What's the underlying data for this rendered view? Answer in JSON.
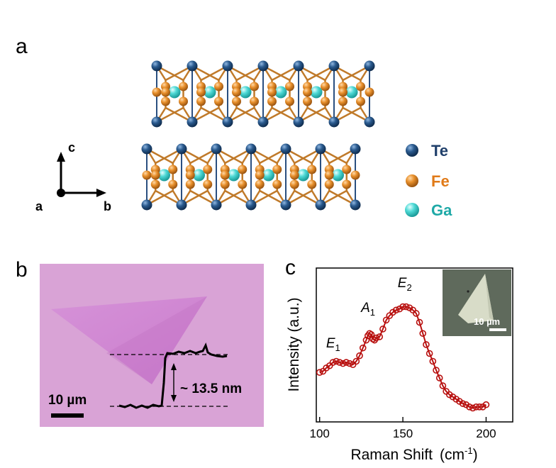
{
  "panels": {
    "a": {
      "label": "a",
      "axes": {
        "c": "c",
        "a": "a",
        "b": "b"
      },
      "legend": [
        {
          "symbol": "Te",
          "color": "#1f4b7a"
        },
        {
          "symbol": "Fe",
          "color": "#e08422"
        },
        {
          "symbol": "Ga",
          "color": "#3fd0cc"
        }
      ]
    },
    "b": {
      "label": "b",
      "scalebar": "10 µm",
      "step": "~ 13.5 nm"
    },
    "c": {
      "label": "c",
      "inset_scalebar": "10 µm",
      "xlabel_main": "Raman Shift",
      "xlabel_unit": "(cm",
      "xlabel_exp": "-1",
      "xlabel_close": ")",
      "ylabel": "Intensity (a.u.)",
      "peaks": [
        {
          "name": "E",
          "sub": "1",
          "x": 109
        },
        {
          "name": "A",
          "sub": "1",
          "x": 130
        },
        {
          "name": "E",
          "sub": "2",
          "x": 152
        }
      ]
    }
  },
  "chart_data": {
    "type": "line",
    "title": "",
    "xlabel": "Raman Shift (cm-1)",
    "ylabel": "Intensity (a.u.)",
    "xlim": [
      98,
      216
    ],
    "ylim": [
      0,
      1
    ],
    "xticks": [
      100,
      150,
      200
    ],
    "series": [
      {
        "x": [
          100,
          102,
          104,
          106,
          108,
          110,
          112,
          114,
          116,
          118,
          120,
          122,
          124,
          126,
          128,
          129,
          130,
          131,
          132,
          133,
          134,
          136,
          138,
          140,
          142,
          144,
          146,
          148,
          150,
          152,
          154,
          156,
          158,
          160,
          162,
          164,
          166,
          168,
          170,
          172,
          174,
          176,
          178,
          180,
          182,
          184,
          186,
          188,
          190,
          192,
          194,
          196,
          198,
          200
        ],
        "values": [
          0.33,
          0.34,
          0.37,
          0.39,
          0.42,
          0.43,
          0.42,
          0.41,
          0.42,
          0.41,
          0.4,
          0.43,
          0.48,
          0.55,
          0.62,
          0.66,
          0.68,
          0.67,
          0.63,
          0.62,
          0.64,
          0.65,
          0.72,
          0.8,
          0.84,
          0.87,
          0.89,
          0.9,
          0.92,
          0.92,
          0.91,
          0.89,
          0.86,
          0.78,
          0.68,
          0.58,
          0.5,
          0.43,
          0.35,
          0.28,
          0.21,
          0.16,
          0.13,
          0.11,
          0.09,
          0.07,
          0.05,
          0.04,
          0.02,
          0.01,
          0.02,
          0.02,
          0.02,
          0.04
        ]
      }
    ]
  }
}
